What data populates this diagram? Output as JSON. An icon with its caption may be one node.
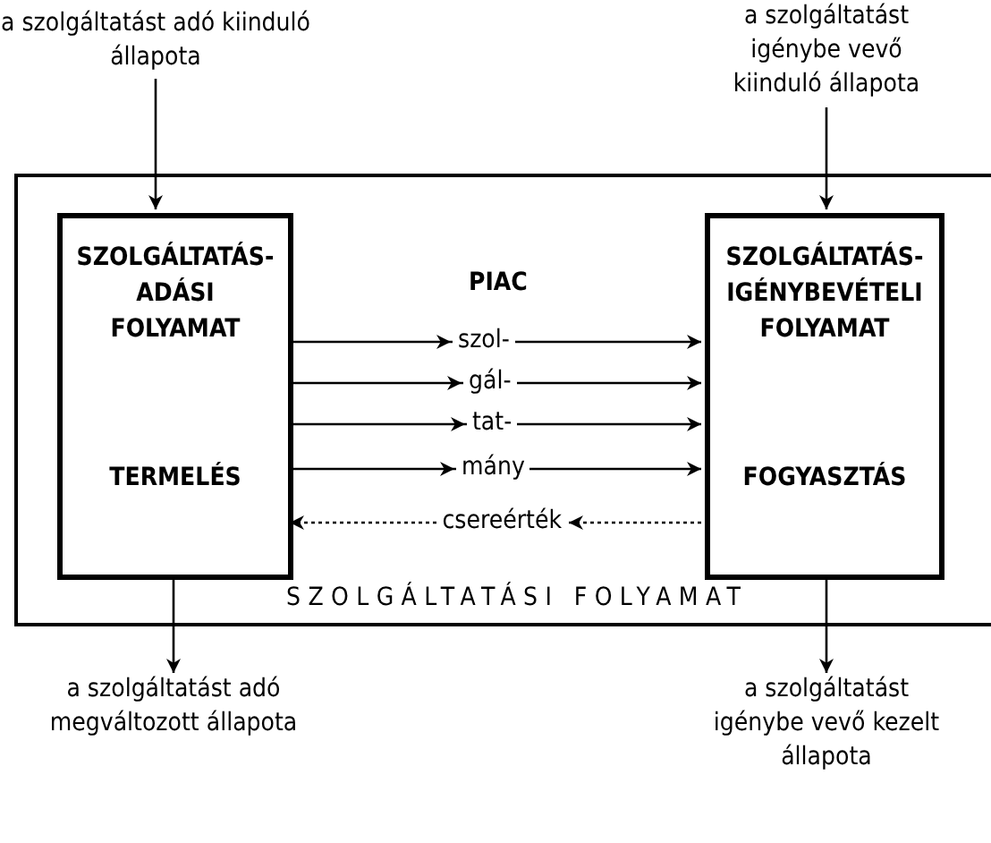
{
  "diagram": {
    "nodes": [
      {
        "text": [
          "SZOLGÁLTATÁSI FOLYAMAT"
        ]
      },
      {
        "text": [
          "SZOLGÁLTATÁS- ADÁSI FOLYAMAT",
          "TERMELÉS"
        ],
        "in": 0
      },
      {
        "text": [
          "SZOLGÁLTATÁS- IGÉNYBEVÉTELI FOLYAMAT",
          "FOGYASZTÁS"
        ],
        "in": 0
      },
      {
        "text": [
          "a szolgáltatást adó kiinduló állapota"
        ]
      },
      {
        "text": [
          "a szolgáltatást igénybe vevő kiinduló állapota"
        ]
      },
      {
        "text": [
          "a szolgáltatást adó megváltozott állapota"
        ]
      },
      {
        "text": [
          "a szolgáltatást igénybe vevő kezelt állapota"
        ]
      }
    ],
    "edges": [
      {
        "from": 3,
        "to": 1,
        "arrow": "to"
      },
      {
        "from": 4,
        "to": 2,
        "arrow": "to"
      },
      {
        "from": 1,
        "to": 5,
        "arrow": "to"
      },
      {
        "from": 2,
        "to": 6,
        "arrow": "to"
      },
      {
        "from": 1,
        "to": 2,
        "arrow": "to",
        "label": "szol-"
      },
      {
        "from": 1,
        "to": 2,
        "arrow": "to",
        "label": "gál-"
      },
      {
        "from": 1,
        "to": 2,
        "arrow": "to",
        "label": "tat-"
      },
      {
        "from": 1,
        "to": 2,
        "arrow": "to",
        "label": "mány"
      },
      {
        "from": 2,
        "to": 1,
        "arrow": "to",
        "label": "csereérték",
        "style": "dashed"
      }
    ],
    "labels": [
      "PIAC"
    ]
  }
}
